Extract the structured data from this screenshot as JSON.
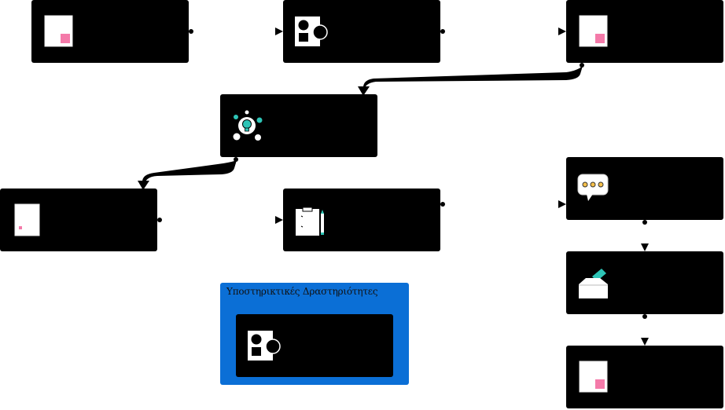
{
  "diagram": {
    "group": {
      "title": "Υποστηρικτικές Δραστηριότητες"
    },
    "colors": {
      "node_fill": "#000000",
      "group_fill": "#0b6fd6",
      "doc_accent": "#f47aa9",
      "idea_accent": "#2ec4b6",
      "ticket_accent": "#2ec4b6"
    },
    "nodes": [
      {
        "id": "n1",
        "icon": "document-icon"
      },
      {
        "id": "n2",
        "icon": "shapes-icon"
      },
      {
        "id": "n3",
        "icon": "document-icon"
      },
      {
        "id": "n4",
        "icon": "lightbulb-network-icon"
      },
      {
        "id": "n5",
        "icon": "document-icon"
      },
      {
        "id": "n6",
        "icon": "clipboard-pencil-icon"
      },
      {
        "id": "n7",
        "icon": "speech-bubble-icon"
      },
      {
        "id": "n8",
        "icon": "ballot-box-icon"
      },
      {
        "id": "n9",
        "icon": "document-icon"
      },
      {
        "id": "n10",
        "icon": "shapes-icon"
      }
    ]
  }
}
